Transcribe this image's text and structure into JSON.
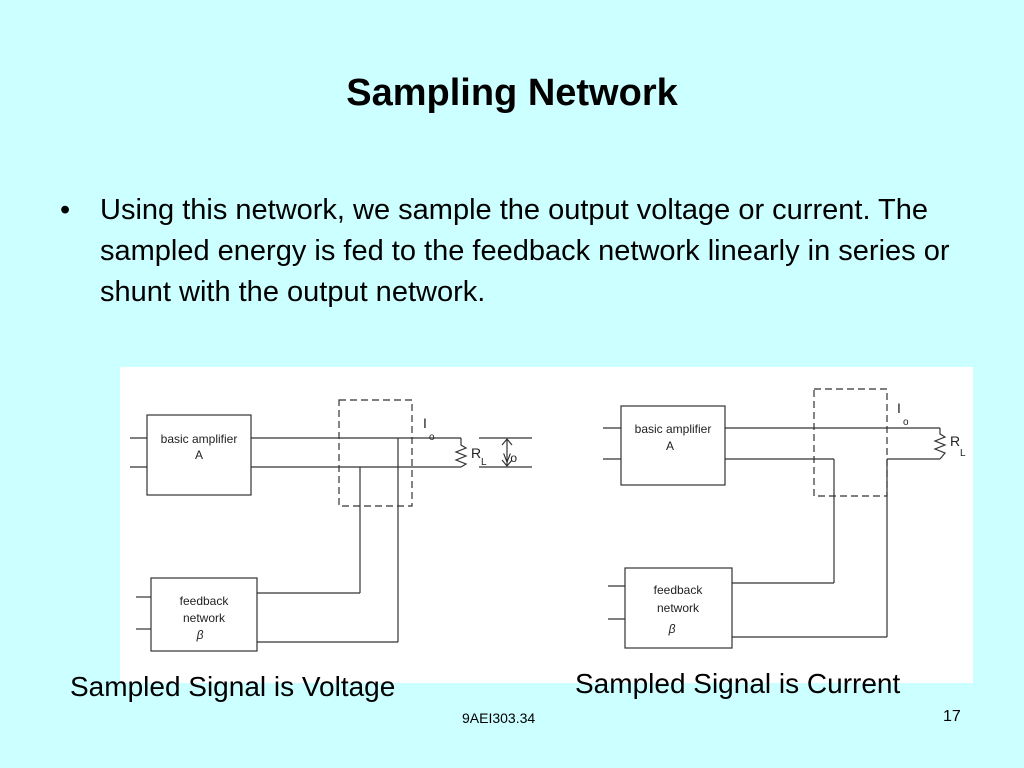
{
  "slide": {
    "title": "Sampling Network",
    "bullet_symbol": "•",
    "bullet_text": " Using this network, we sample the output voltage or current.  The sampled energy is fed to the feedback network linearly in series or shunt with the output network."
  },
  "left_diagram": {
    "amplifier_label_line1": "basic amplifier",
    "amplifier_label_line2": "A",
    "feedback_label_line1": "feedback",
    "feedback_label_line2": "network",
    "beta_symbol": "β",
    "current_label": "I",
    "current_subscript": "o",
    "load_label": "R",
    "load_subscript": "L",
    "voltage_label": "Vo"
  },
  "right_diagram": {
    "amplifier_label_line1": "basic amplifier",
    "amplifier_label_line2": "A",
    "feedback_label_line1": "feedback",
    "feedback_label_line2": "network",
    "beta_symbol": "β",
    "current_label": "I",
    "current_subscript": "o",
    "load_label": "R",
    "load_subscript": "L"
  },
  "captions": {
    "left": "Sampled Signal is Voltage",
    "right": "Sampled Signal is Current"
  },
  "footer": {
    "code": "9AEI303.34",
    "page_number": "17"
  }
}
